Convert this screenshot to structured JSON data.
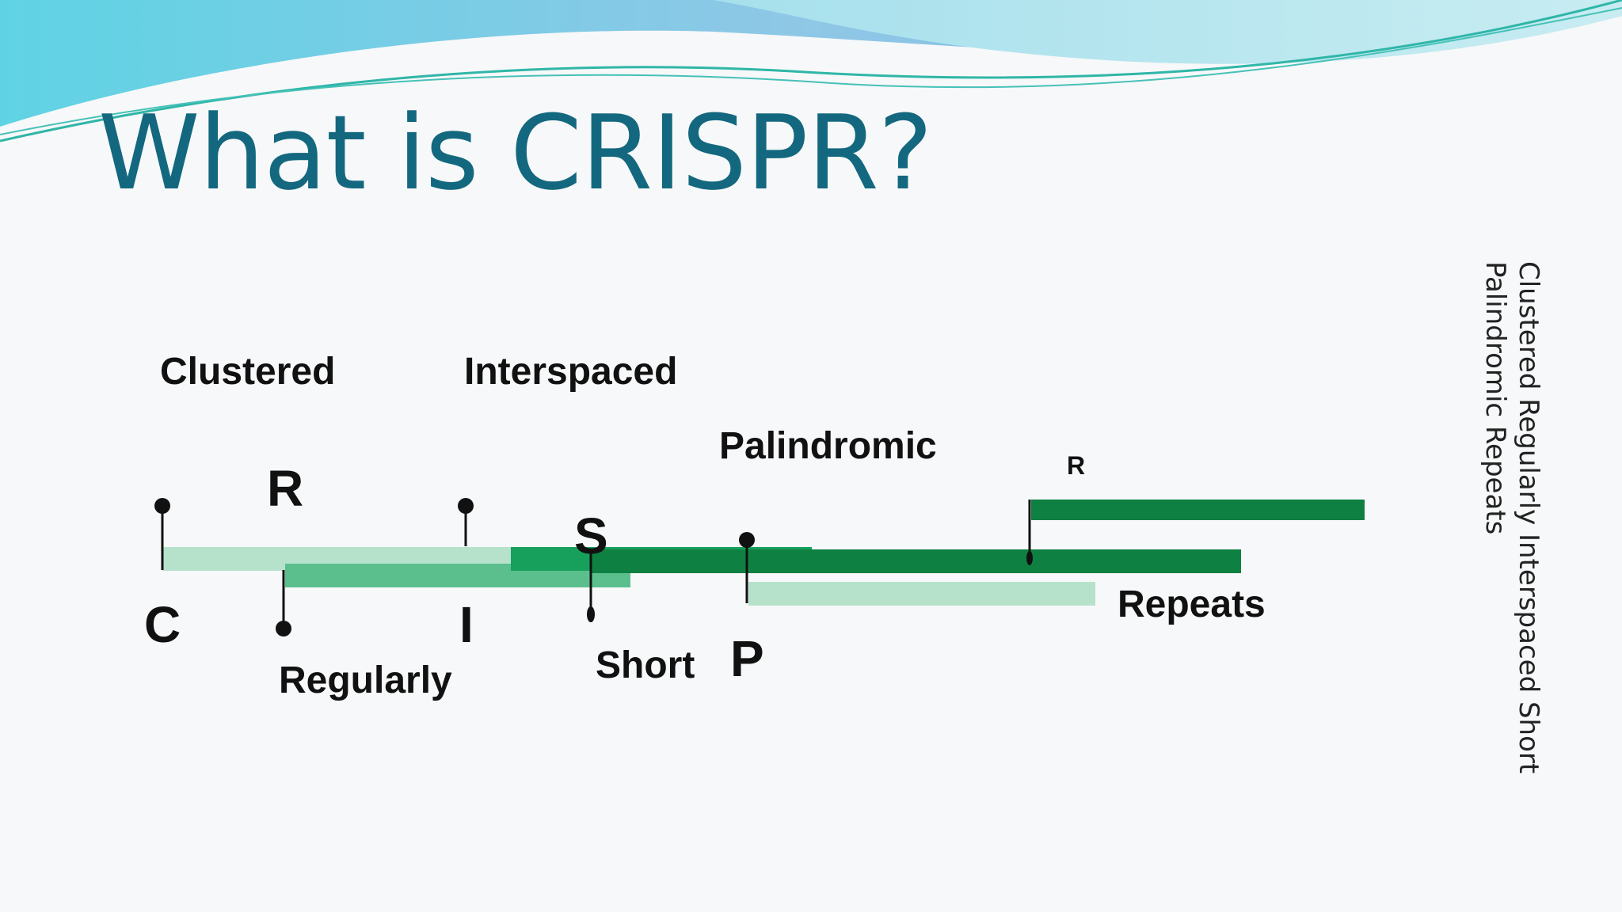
{
  "slide": {
    "title": "What is CRISPR?",
    "vertical_text": {
      "line1": "Clustered Regularly Interspaced Short",
      "line2": "Palindromic Repeats"
    }
  },
  "diagram": {
    "words": {
      "clustered": "Clustered",
      "regularly": "Regularly",
      "interspaced": "Interspaced",
      "short": "Short",
      "palindromic": "Palindromic",
      "repeats": "Repeats"
    },
    "letters": {
      "c": "C",
      "r": "R",
      "i": "I",
      "s": "S",
      "p": "P",
      "r_small": "R"
    },
    "colors": {
      "light_green": "#b6e2cc",
      "medium_green": "#5bbf8d",
      "bright_green": "#16a05c",
      "dark_green": "#0e8142",
      "title_teal": "#13687f"
    }
  }
}
